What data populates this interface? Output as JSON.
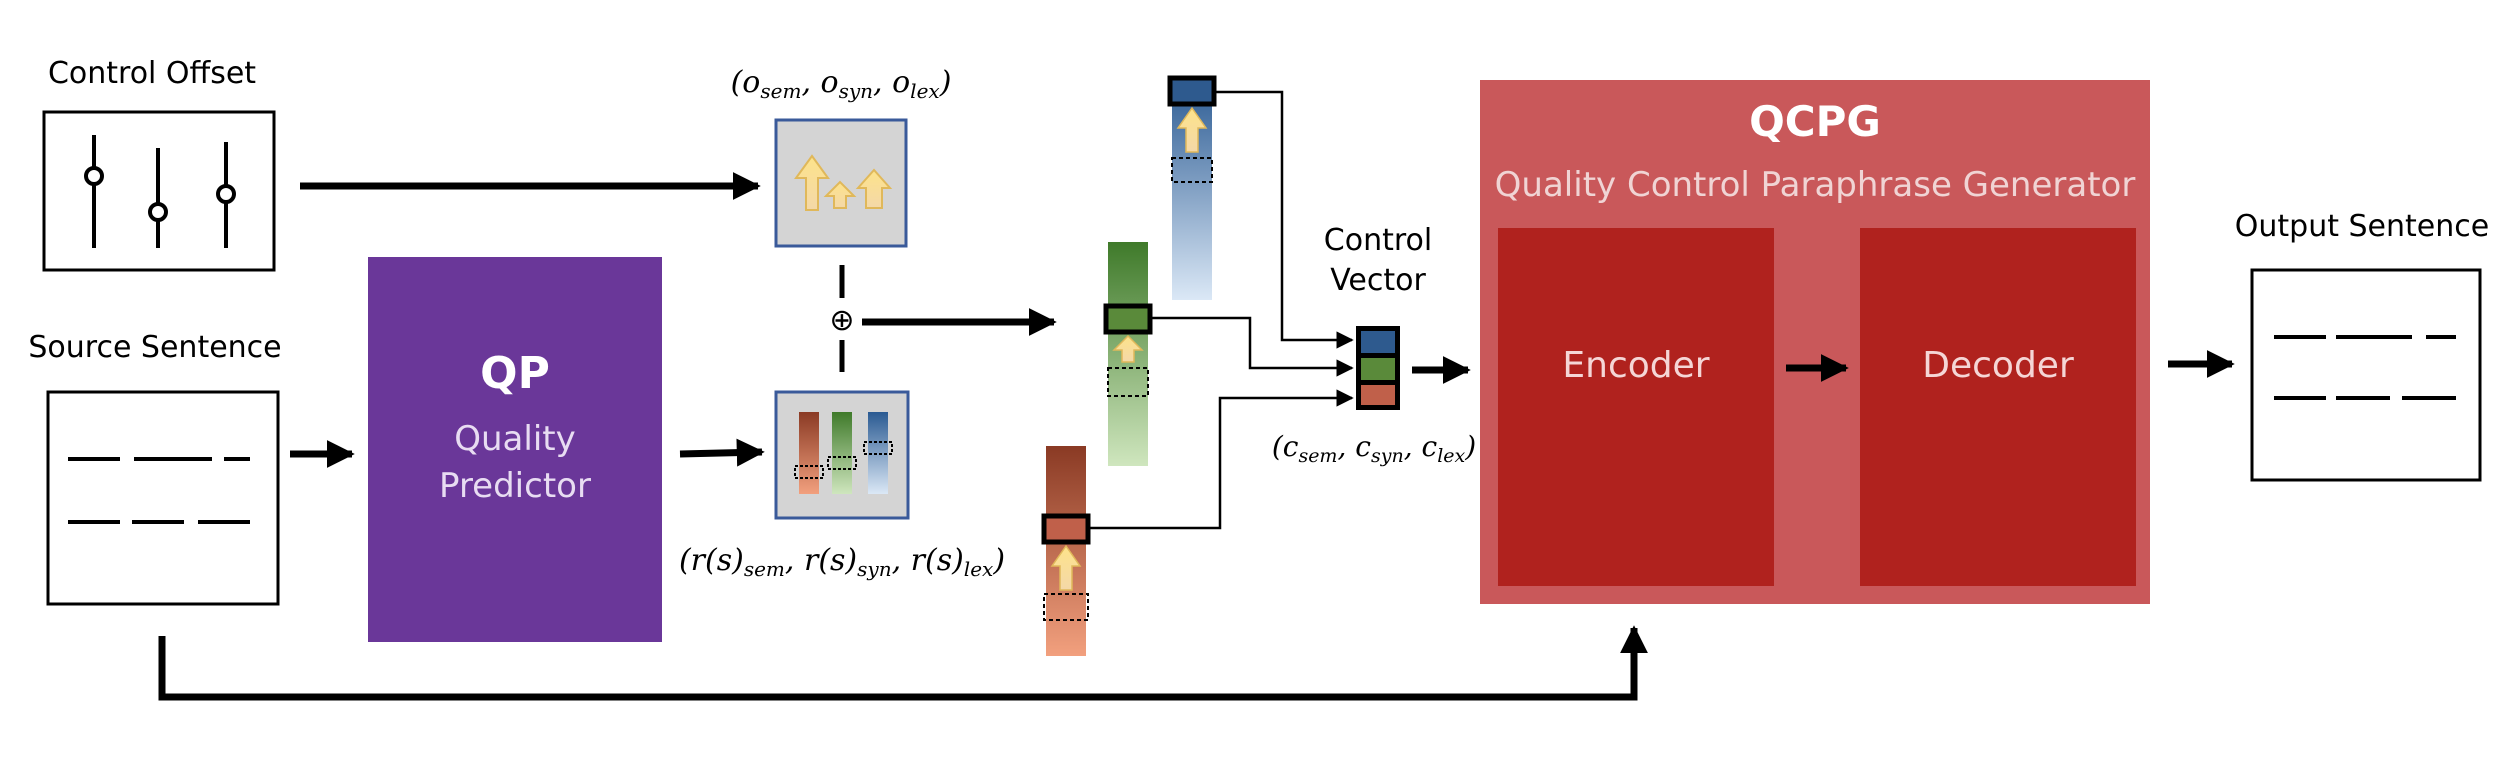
{
  "inputs": {
    "control_offset_label": "Control Offset",
    "source_sentence_label": "Source Sentence"
  },
  "qp": {
    "title": "QP",
    "subtitle_line1": "Quality",
    "subtitle_line2": "Predictor",
    "color": "#6a3799"
  },
  "formulas": {
    "offset_vector": "(o_sem, o_syn, o_lex)",
    "offset_parts": [
      "(",
      "o",
      "sem",
      ", ",
      "o",
      "syn",
      ", ",
      "o",
      "lex",
      ")"
    ],
    "prediction_vector": "(r(s)_sem, r(s)_syn, r(s)_lex)",
    "prediction_parts": [
      "(r(s)",
      "sem",
      ", r(s)",
      "syn",
      ", r(s)",
      "lex",
      ")"
    ],
    "control_vector": "(c_sem, c_syn, c_lex)",
    "control_parts": [
      "(",
      "c",
      "sem",
      ", ",
      "c",
      "syn",
      ", ",
      "c",
      "lex",
      ")"
    ],
    "plus_symbol": "⊕"
  },
  "control_vector": {
    "label_line1": "Control",
    "label_line2": "Vector"
  },
  "qcpg": {
    "title": "QCPG",
    "subtitle": "Quality Control Paraphrase Generator",
    "outer_color": "#c9585a",
    "inner_color": "#b0221e",
    "encoder_label": "Encoder",
    "decoder_label": "Decoder"
  },
  "output": {
    "label": "Output Sentence"
  },
  "colors": {
    "sem": "#2e5a8e",
    "syn": "#5a8a3a",
    "lex": "#c0604a",
    "arrow": "#000000",
    "box_border": "#3a5a9a",
    "box_fill": "#d4d4d4",
    "up_arrow": "#f6d878"
  }
}
